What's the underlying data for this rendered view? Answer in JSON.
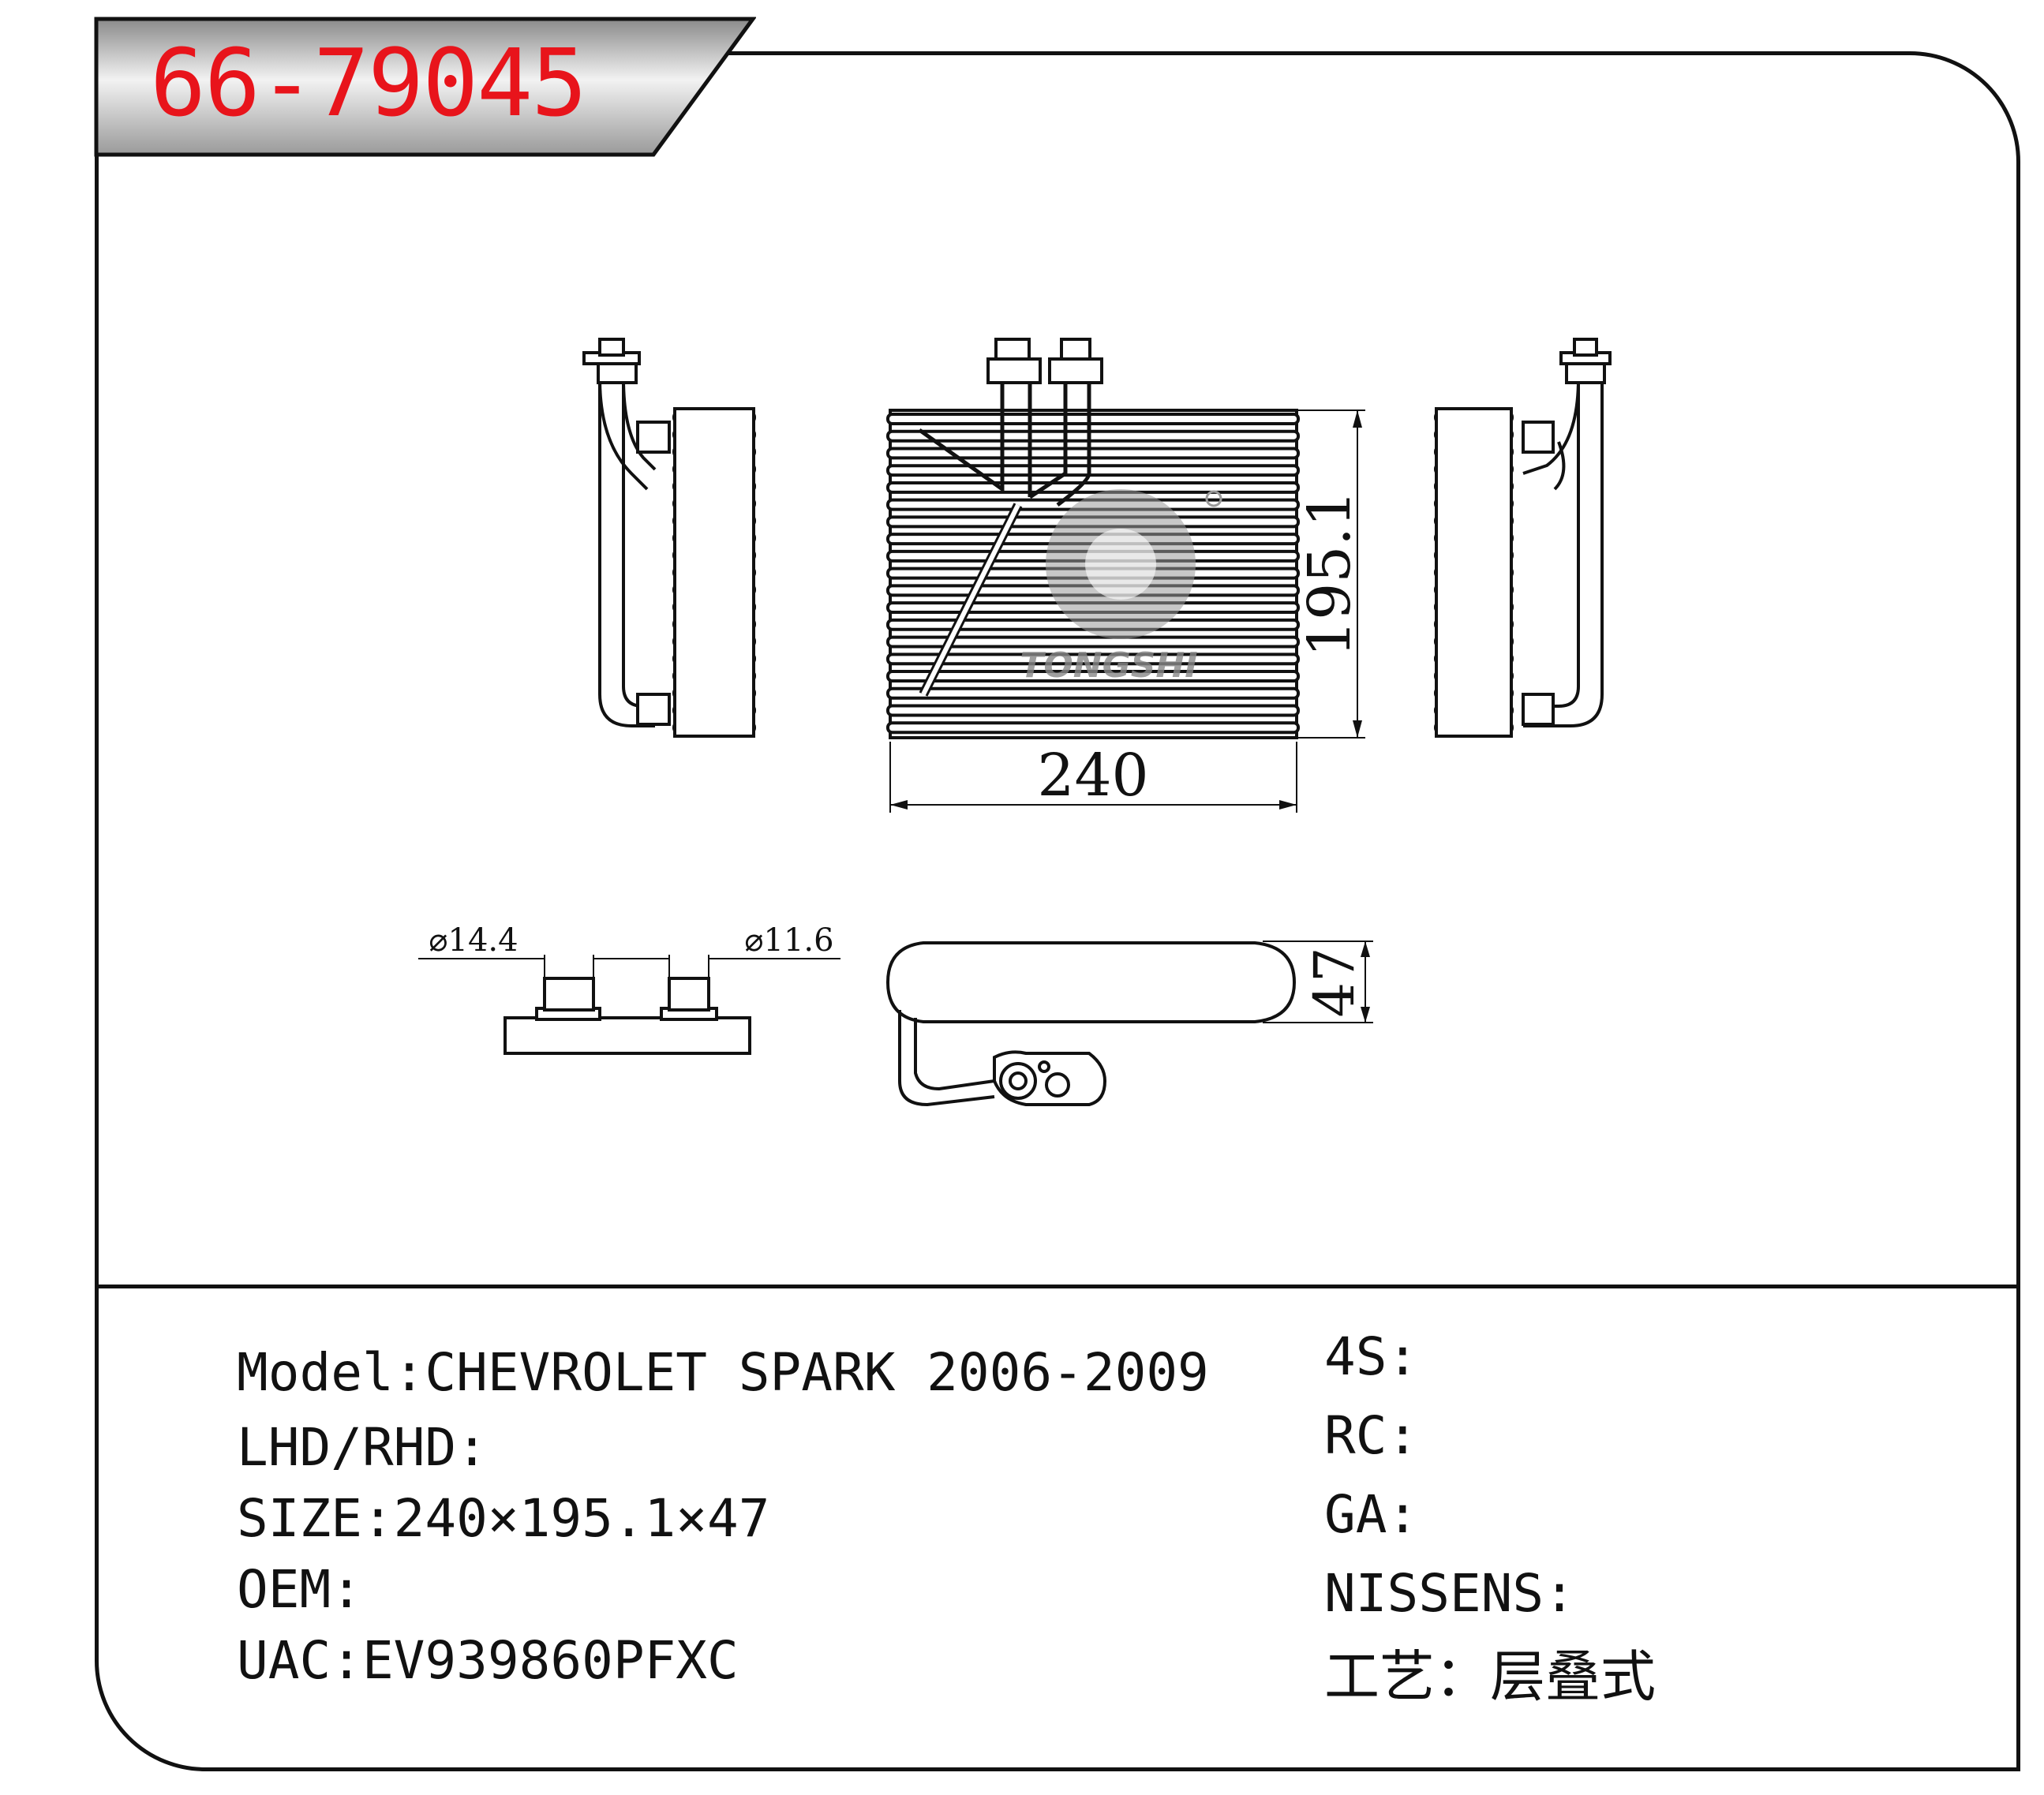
{
  "header": {
    "part_number": "66-79045"
  },
  "drawing": {
    "dimensions": {
      "width": "240",
      "height": "195.1",
      "depth": "47",
      "inlet_diameter": "⌀14.4",
      "outlet_diameter": "⌀11.6"
    },
    "watermark_text": "TONGSHI"
  },
  "specs_left": {
    "model": "Model:CHEVROLET SPARK 2006-2009",
    "lhd_rhd": "LHD/RHD:",
    "size": "SIZE:240×195.1×47",
    "oem": "OEM:",
    "uac": "UAC:EV939860PFXC"
  },
  "specs_right": {
    "four_s": "4S:",
    "rc": "RC:",
    "ga": "GA:",
    "nissens": "NISSENS:",
    "process": "工艺：层叠式"
  },
  "colors": {
    "title_red": "#e8141b",
    "line": "#111111"
  }
}
